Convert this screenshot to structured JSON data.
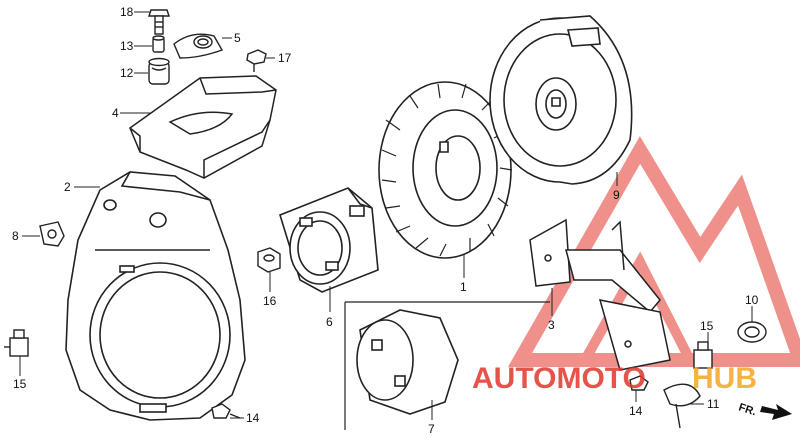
{
  "callouts": {
    "p18": "18",
    "p13": "13",
    "p12": "12",
    "p5": "5",
    "p17": "17",
    "p4": "4",
    "p2": "2",
    "p8": "8",
    "p15a": "15",
    "p16": "16",
    "p6": "6",
    "p1": "1",
    "p9": "9",
    "p7": "7",
    "p14a": "14",
    "p3": "3",
    "p10": "10",
    "p15b": "15",
    "p14b": "14",
    "p11": "11"
  },
  "direction_label": "FR.",
  "watermark": {
    "text_red": "AUTOMOTO",
    "text_orange": "HUB",
    "color_red": "#e2362b",
    "color_orange": "#f5a623"
  }
}
